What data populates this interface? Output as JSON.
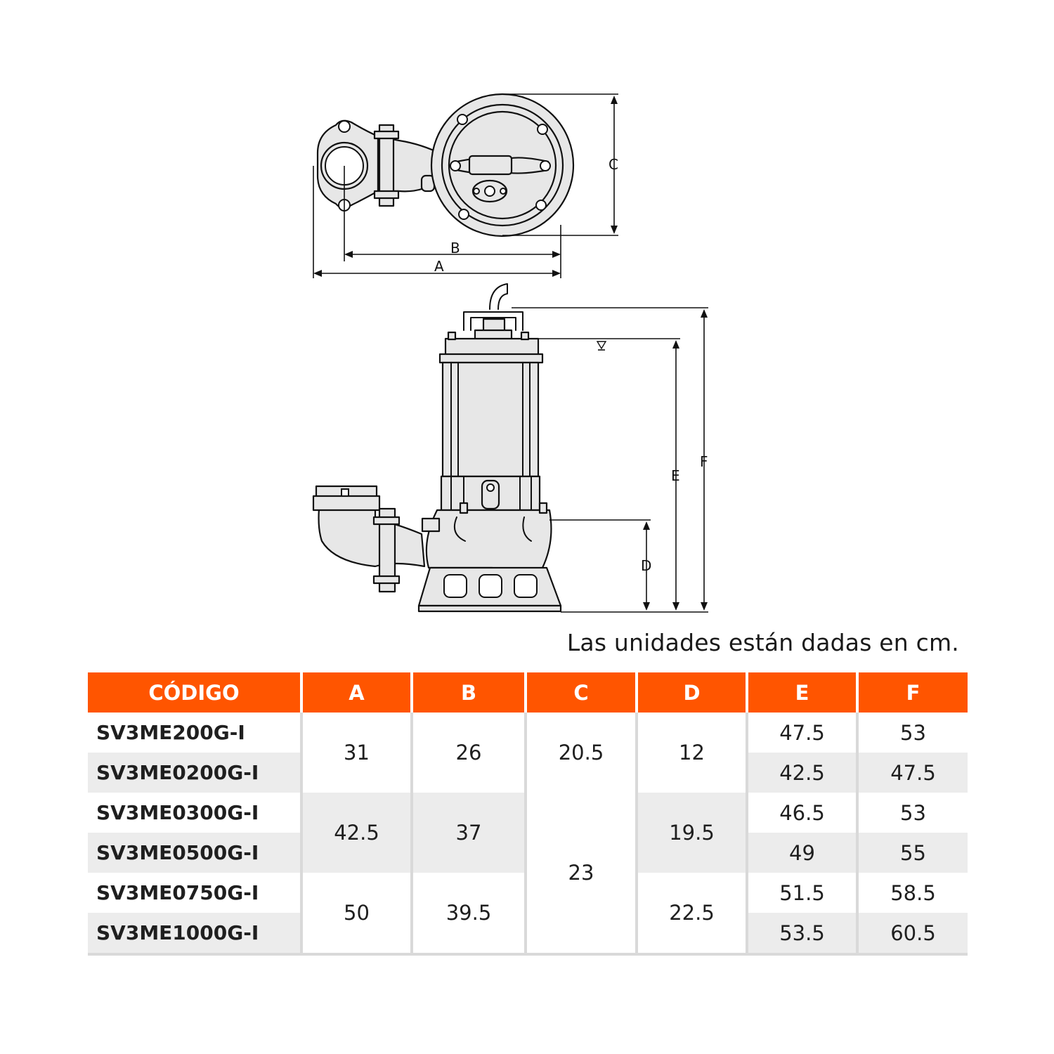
{
  "drawing": {
    "dimension_labels": {
      "a": "A",
      "b": "B",
      "c": "C",
      "d": "D",
      "e": "E",
      "f": "F"
    }
  },
  "units_note": "Las unidades están dadas en cm.",
  "table": {
    "headers": [
      "CÓDIGO",
      "A",
      "B",
      "C",
      "D",
      "E",
      "F"
    ],
    "codes": [
      "SV3ME200G-I",
      "SV3ME0200G-I",
      "SV3ME0300G-I",
      "SV3ME0500G-I",
      "SV3ME0750G-I",
      "SV3ME1000G-I"
    ],
    "groups": [
      {
        "a": "31",
        "b": "26",
        "d": "12"
      },
      {
        "a": "42.5",
        "b": "37",
        "d": "19.5"
      },
      {
        "a": "50",
        "b": "39.5",
        "d": "22.5"
      }
    ],
    "c_values": [
      "20.5",
      "23"
    ],
    "e": [
      "47.5",
      "42.5",
      "46.5",
      "49",
      "51.5",
      "53.5"
    ],
    "f": [
      "53",
      "47.5",
      "53",
      "55",
      "58.5",
      "60.5"
    ]
  },
  "colors": {
    "header_bg": "#ff5500",
    "header_text": "#ffffff",
    "row_alt": "#ececec",
    "grid": "#d9d9d9"
  }
}
